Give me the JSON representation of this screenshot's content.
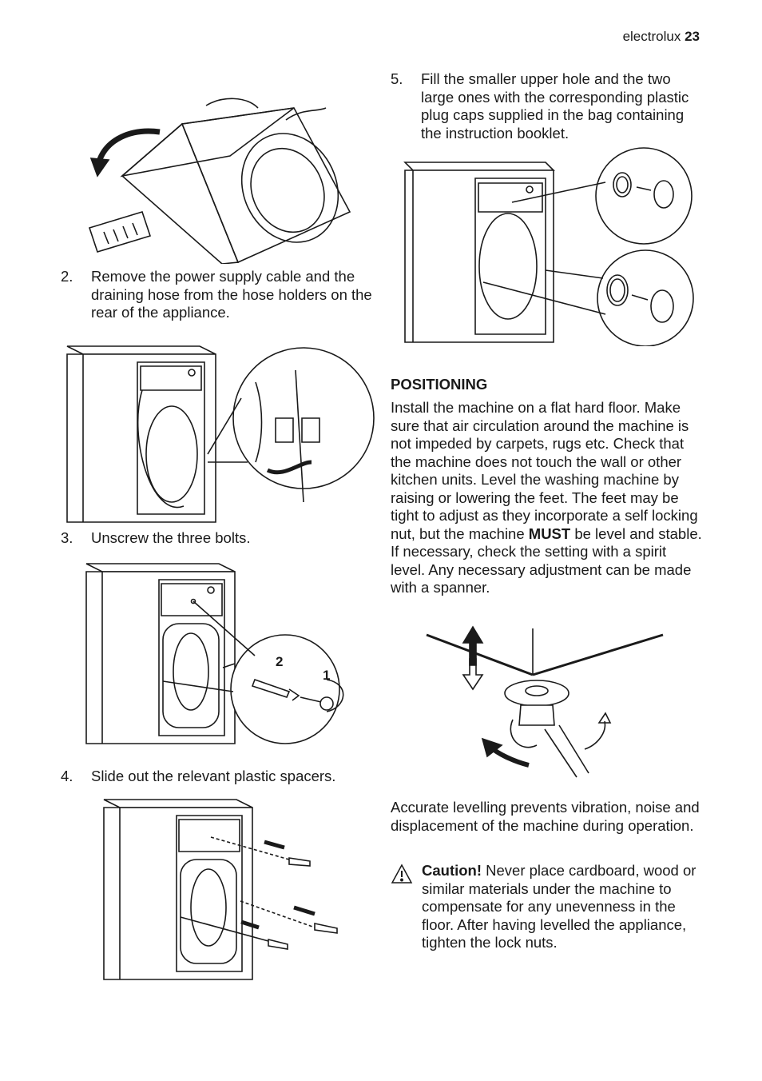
{
  "header": {
    "brand": "electrolux",
    "page_number": "23"
  },
  "steps": [
    {
      "num": "2.",
      "text": "Remove the power supply cable and the draining hose from the hose holders on the rear of the appliance."
    },
    {
      "num": "3.",
      "text": "Unscrew the three bolts."
    },
    {
      "num": "4.",
      "text": "Slide out the relevant plastic spacers."
    },
    {
      "num": "5.",
      "text": "Fill the smaller upper hole and the two large ones with the corresponding plastic plug caps supplied in the bag containing the instruction booklet."
    }
  ],
  "figure_labels": {
    "bolt_step_2": "2",
    "bolt_step_1": "1"
  },
  "positioning": {
    "title": "POSITIONING",
    "para1_part1": "Install the machine on a flat hard floor. Make sure that air circulation around the machine is not impeded by carpets, rugs etc. Check that the machine does not touch the wall or other kitchen units. Level the washing machine by raising or lowering the feet. The feet may be tight to adjust as they incorporate a self locking nut, but the machine ",
    "para1_bold": "MUST",
    "para1_part2": " be level and stable. If necessary, check the setting with a spirit level. Any necessary adjustment can be made with a spanner.",
    "para2": "Accurate levelling prevents vibration, noise and displacement of the machine during operation.",
    "caution_label": "Caution!",
    "caution_text": " Never place cardboard, wood or similar materials under the machine to compensate for any unevenness in the floor. After having levelled the appliance, tighten the lock nuts."
  }
}
